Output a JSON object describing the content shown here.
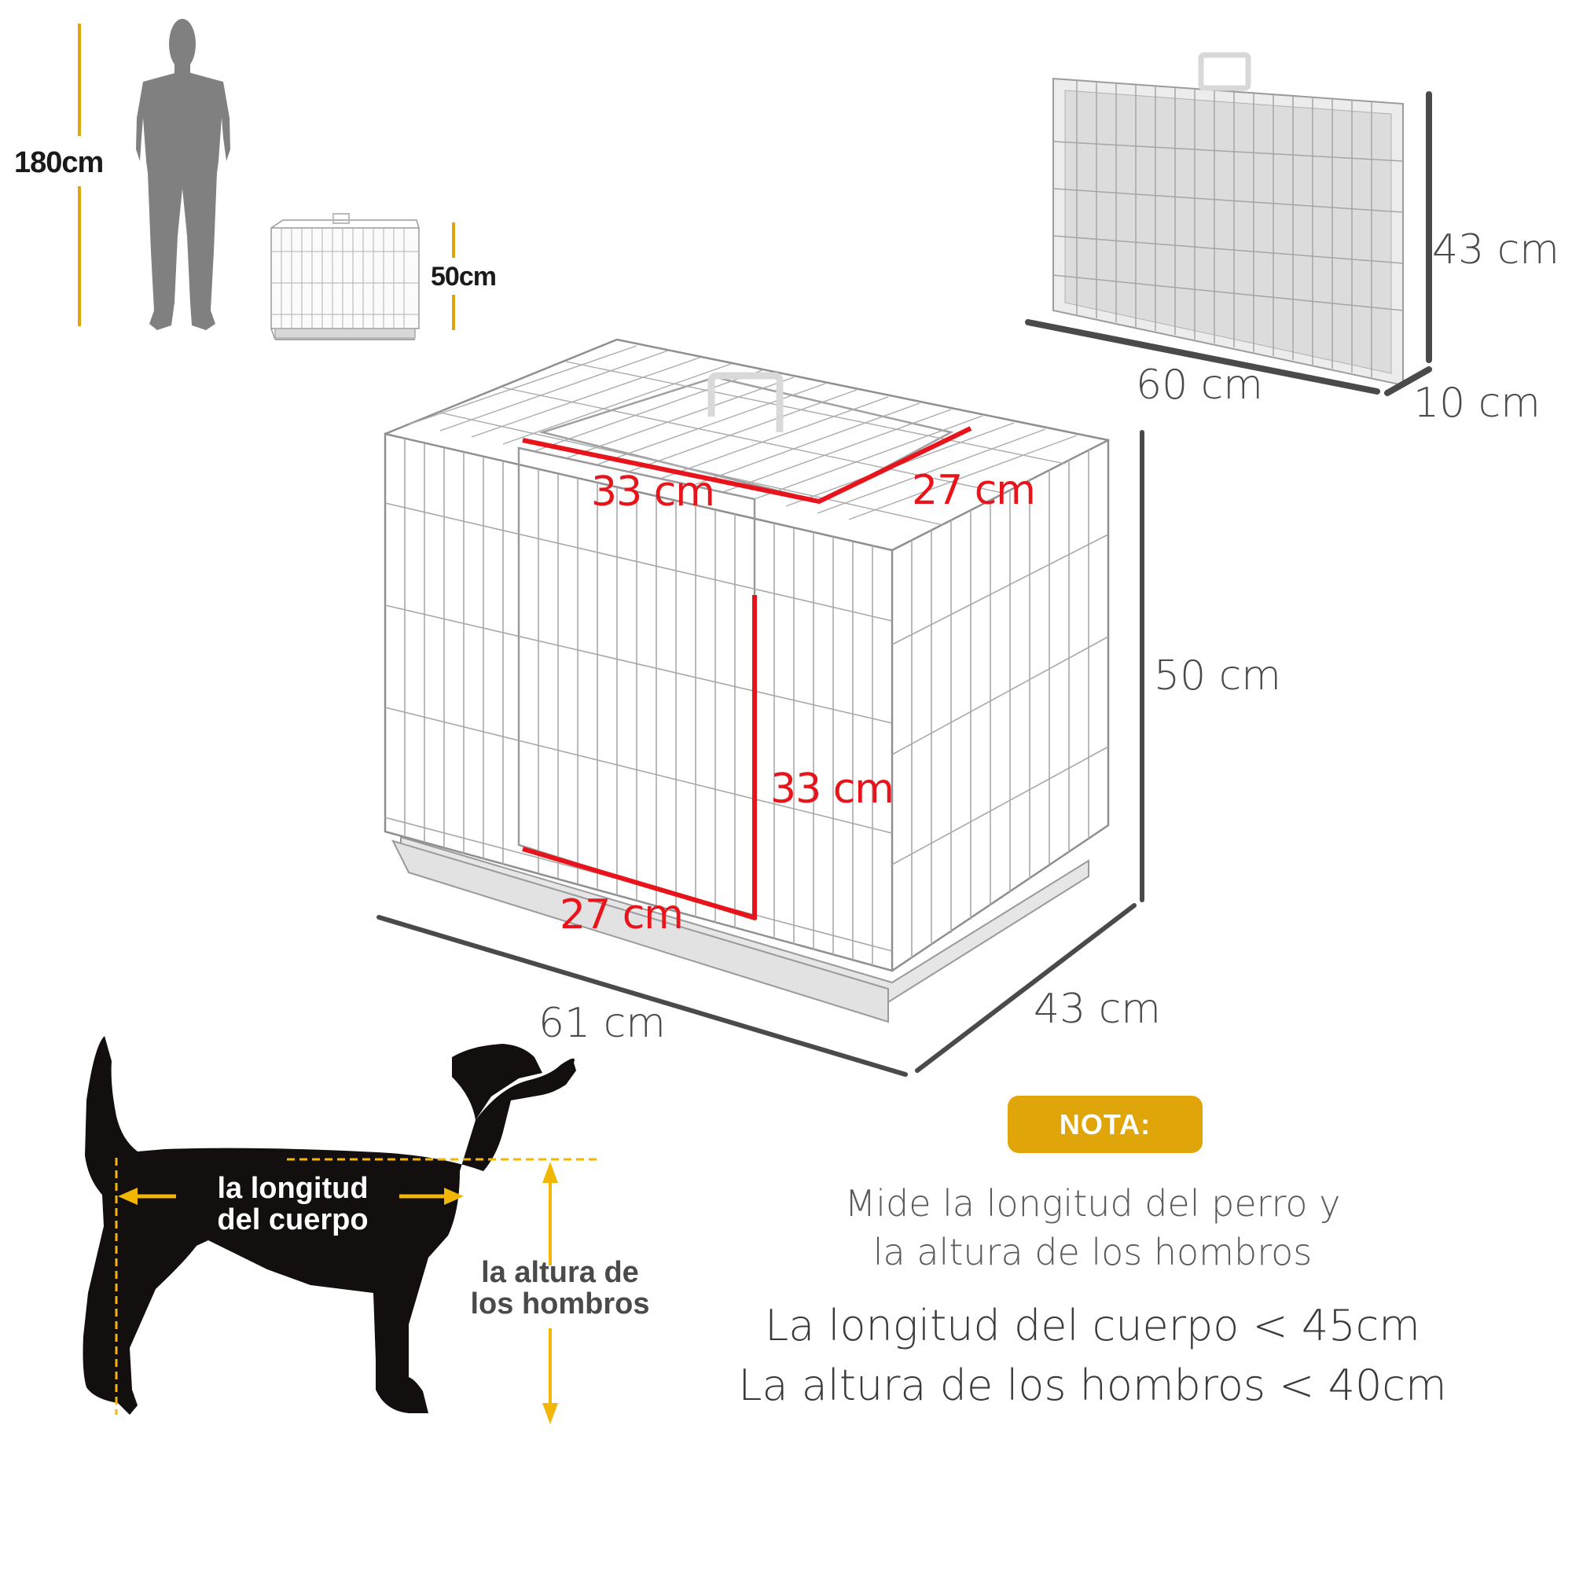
{
  "colors": {
    "accent_yellow": "#e0a508",
    "dimension_line": "#4a4a4a",
    "red_measure": "#e8141b",
    "silhouette_man": "#808080",
    "silhouette_dog": "#140f0f"
  },
  "scale_comparison": {
    "person_height_label": "180cm",
    "cage_height_label": "50cm"
  },
  "folded_cage": {
    "height_label": "43 cm",
    "width_label": "60 cm",
    "depth_label": "10 cm"
  },
  "main_cage": {
    "height_label": "50 cm",
    "length_label": "61 cm",
    "depth_label": "43 cm",
    "top_door_width_label": "33 cm",
    "top_door_depth_label": "27 cm",
    "front_door_height_label": "33 cm",
    "front_door_width_label": "27 cm"
  },
  "dog_diagram": {
    "body_length_label_line1": "la longitud",
    "body_length_label_line2": "del cuerpo",
    "shoulder_height_label_line1": "la altura de",
    "shoulder_height_label_line2": "los hombros"
  },
  "note": {
    "badge_label": "NOTA:",
    "instruction_line1": "Mide la longitud del perro y",
    "instruction_line2": "la altura de los hombros",
    "limit_body_length": "La longitud del cuerpo < 45cm",
    "limit_shoulder_height": "La altura de los hombros < 40cm"
  }
}
